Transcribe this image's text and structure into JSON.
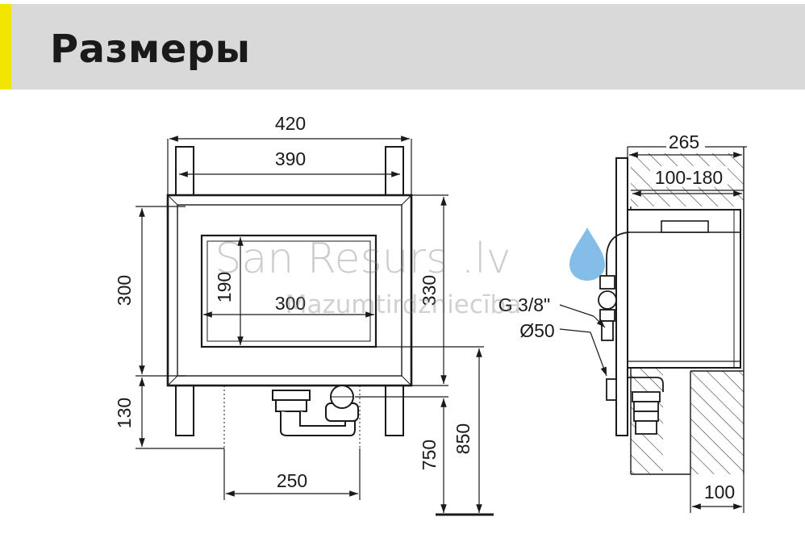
{
  "header": {
    "title": "Размеры",
    "accent_color": "#f2e600",
    "band_color": "#d9d9d9"
  },
  "watermark": {
    "line1": "San Resurs .lv",
    "line2": "Mazumtirdzniecība",
    "drop_color": "#5aa7e0"
  },
  "front_view": {
    "dims": {
      "overall_width": "420",
      "inner_width": "390",
      "window_width": "300",
      "window_height": "190",
      "frame_height": "300",
      "frame_outer_height": "330",
      "leg_height": "130",
      "drain_spacing": "250",
      "floor_to_drain": "750",
      "floor_to_axis": "850"
    }
  },
  "side_view": {
    "dims": {
      "depth": "265",
      "wall_range": "100-180",
      "floor_depth": "100"
    },
    "labels": {
      "water_connection": "G 3/8\"",
      "drain_diameter": "Ø50"
    }
  }
}
